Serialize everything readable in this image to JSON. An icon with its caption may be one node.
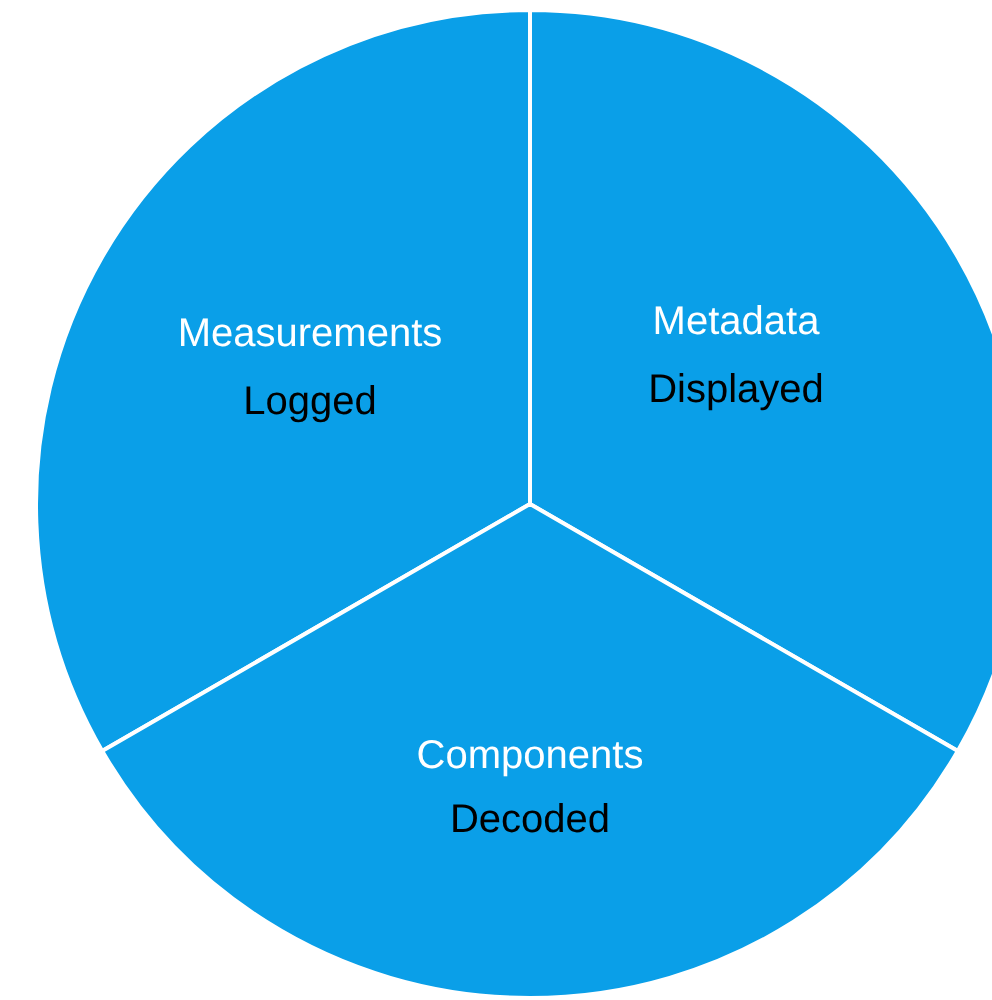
{
  "diagram": {
    "nodes": [
      {
        "text": [
          "Measurements",
          "Logged"
        ]
      },
      {
        "text": [
          "Metadata",
          "Displayed"
        ]
      },
      {
        "text": [
          "Components",
          "Decoded"
        ]
      }
    ]
  }
}
